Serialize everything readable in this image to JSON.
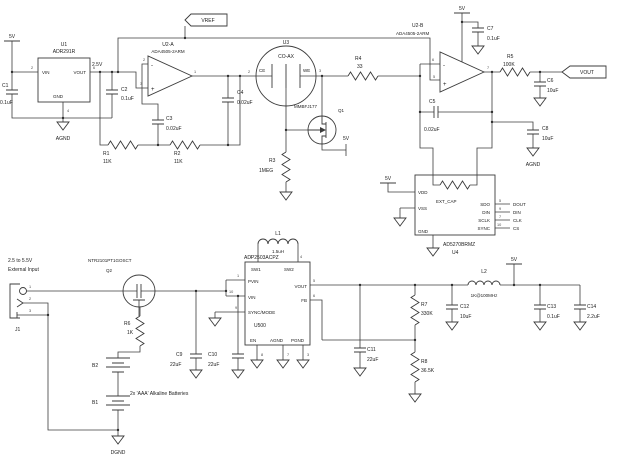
{
  "nets": {
    "v5": "5V",
    "v25": "2.5V",
    "vref": "VREF",
    "vout": "VOUT",
    "agnd": "AGND",
    "dgnd": "DGND"
  },
  "notes": {
    "input_range": "2.5 to 5.5V",
    "input_label": "External Input",
    "battery": "2x 'AAA' Alkaline Batteries"
  },
  "components": {
    "u1": {
      "ref": "U1",
      "part": "ADR291R",
      "pins": {
        "vin": "VIN",
        "vout": "VOUT",
        "gnd": "GND"
      },
      "pin_numbers": {
        "vin": "2",
        "vout": "6",
        "gnd": "4"
      }
    },
    "u2a": {
      "ref": "U2-A",
      "part": "ADA4505-2ARM",
      "minus": "-",
      "plus": "+",
      "pin_numbers": {
        "out": "1",
        "minus": "2",
        "plus": "3"
      }
    },
    "u2b": {
      "ref": "U2-B",
      "part": "ADA4505-2ARM",
      "minus": "-",
      "plus": "+",
      "pin_numbers": {
        "out": "7",
        "minus": "6",
        "plus": "5"
      }
    },
    "u3": {
      "ref": "U3",
      "part": "CO-AX",
      "pins": {
        "ce": "CE",
        "we": "WE"
      },
      "pin_numbers": {
        "ce": "2",
        "we": "3"
      }
    },
    "q1": {
      "ref": "Q1",
      "part": "MMBFJ177"
    },
    "q2": {
      "ref": "Q2",
      "part": "NTR2101PT1GOSCT"
    },
    "u4": {
      "ref": "U4",
      "part": "AD5270BRMZ",
      "pins": {
        "vdd": "VDD",
        "vss": "VSS",
        "gnd": "GND",
        "ext_cap": "EXT_CAP",
        "sdo": "SDO",
        "din": "DIN",
        "sclk": "SCLK",
        "sync": "SYNC"
      },
      "pin_numbers": {
        "sdo": "5",
        "din": "9",
        "sclk": "7",
        "sync": "10"
      },
      "signals": {
        "dout": "DOUT",
        "din": "DIN",
        "clk": "CLK",
        "cs": "CS"
      }
    },
    "u500": {
      "ref": "U500",
      "part": "ADP2503ACPZ",
      "pins": {
        "sw1": "SW1",
        "sw2": "SW2",
        "pvin": "PVIN",
        "vin": "VIN",
        "sync_mode": "SYNC/MODE",
        "en": "EN",
        "agnd": "AGND",
        "pgnd": "PGND",
        "vout": "VOUT",
        "fb": "FB"
      },
      "pin_numbers": {
        "pvin": "1",
        "sw1": "2",
        "pgnd": "3",
        "sw2": "4",
        "vout": "5",
        "fb": "6",
        "agnd": "7",
        "en": "8",
        "sync_mode": "9",
        "vin": "10"
      }
    },
    "j1": {
      "ref": "J1",
      "pin_numbers": {
        "p1": "1",
        "p2": "2",
        "p3": "3"
      }
    },
    "b1": {
      "ref": "B1"
    },
    "b2": {
      "ref": "B2"
    },
    "r1": {
      "ref": "R1",
      "value": "11K"
    },
    "r2": {
      "ref": "R2",
      "value": "11K"
    },
    "r3": {
      "ref": "R3",
      "value": "1MEG"
    },
    "r4": {
      "ref": "R4",
      "value": "33"
    },
    "r5": {
      "ref": "R5",
      "value": "100K"
    },
    "r6": {
      "ref": "R6",
      "value": "1K"
    },
    "r7": {
      "ref": "R7",
      "value": "330K"
    },
    "r8": {
      "ref": "R8",
      "value": "36.5K"
    },
    "c1": {
      "ref": "C1",
      "value": "0.1uF"
    },
    "c2": {
      "ref": "C2",
      "value": "0.1uF"
    },
    "c3": {
      "ref": "C3",
      "value": "0.02uF"
    },
    "c4": {
      "ref": "C4",
      "value": "0.02uF"
    },
    "c5": {
      "ref": "C5",
      "value": "0.02uF"
    },
    "c6": {
      "ref": "C6",
      "value": "10uF"
    },
    "c7": {
      "ref": "C7",
      "value": "0.1uF"
    },
    "c8": {
      "ref": "C8",
      "value": "10uF"
    },
    "c9": {
      "ref": "C9",
      "value": "22uF"
    },
    "c10": {
      "ref": "C10",
      "value": "22uF"
    },
    "c11": {
      "ref": "C11",
      "value": "22uF"
    },
    "c12": {
      "ref": "C12",
      "value": "10uF"
    },
    "c13": {
      "ref": "C13",
      "value": "0.1uF"
    },
    "c14": {
      "ref": "C14",
      "value": "2.2uF"
    },
    "l1": {
      "ref": "L1",
      "value": "1.5uH"
    },
    "l2": {
      "ref": "L2",
      "value": "1K@100MHz"
    }
  }
}
